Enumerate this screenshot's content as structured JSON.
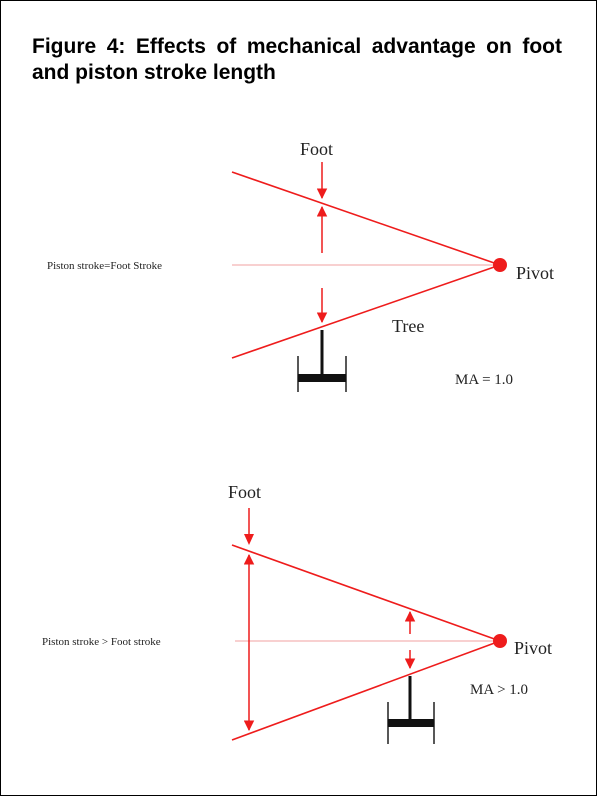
{
  "figure": {
    "title": "Figure 4: Effects of mechanical advantage on foot and piston stroke length"
  },
  "diagram_top": {
    "foot_label": "Foot",
    "stroke_label": "Piston stroke=Foot Stroke",
    "pivot_label": "Pivot",
    "tree_label": "Tree",
    "ma_label": "MA = 1.0"
  },
  "diagram_bottom": {
    "foot_label": "Foot",
    "stroke_label": "Piston stroke > Foot stroke",
    "pivot_label": "Pivot",
    "ma_label": "MA > 1.0"
  },
  "colors": {
    "line": "#ee1c1c",
    "ink": "#111111",
    "centerline": "#f5c0c0"
  }
}
